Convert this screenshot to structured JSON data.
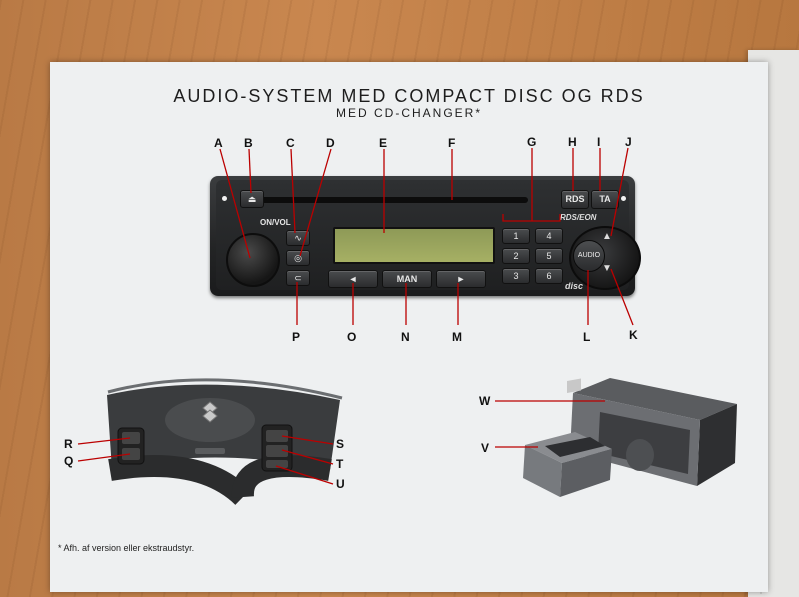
{
  "document": {
    "title": "AUDIO-SYSTEM MED COMPACT DISC OG RDS",
    "subtitle": "MED CD-CHANGER*",
    "footnote": "* Afh. af version eller ekstraudstyr."
  },
  "radio": {
    "on_vol_label": "ON/VOL",
    "rds_button": "RDS",
    "ta_button": "TA",
    "rds_eon_label": "RDS/EON",
    "man_button": "MAN",
    "audio_button": "AUDIO",
    "disc_badge": "disc",
    "presets": [
      "1",
      "4",
      "2",
      "5",
      "3",
      "6"
    ]
  },
  "callouts": [
    "A",
    "B",
    "C",
    "D",
    "E",
    "F",
    "G",
    "H",
    "I",
    "J",
    "K",
    "L",
    "M",
    "N",
    "O",
    "P",
    "Q",
    "R",
    "S",
    "T",
    "U",
    "V",
    "W"
  ]
}
